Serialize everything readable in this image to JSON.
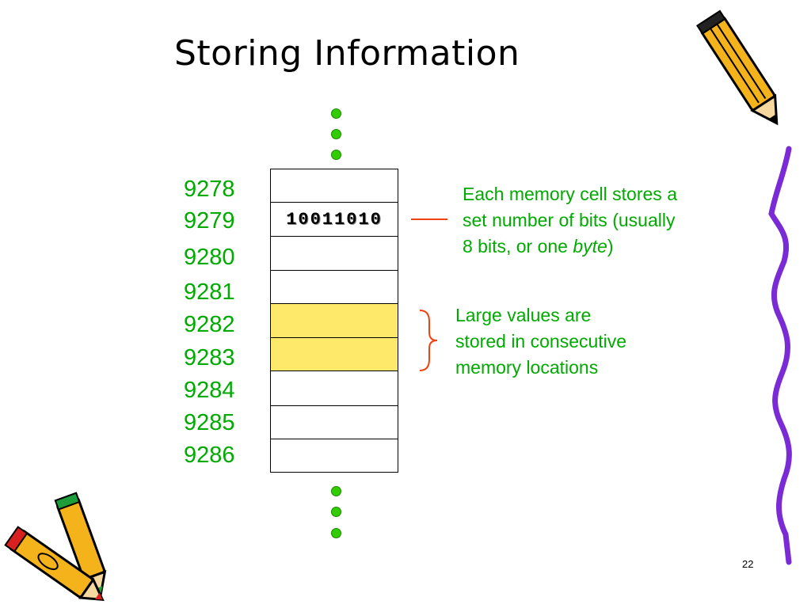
{
  "slide": {
    "title": "Storing Information",
    "page_number": "22"
  },
  "memory": {
    "addresses": [
      "9278",
      "9279",
      "9280",
      "9281",
      "9282",
      "9283",
      "9284",
      "9285",
      "9286"
    ],
    "cell_value_label": "10011010",
    "highlight_color": "#ffe96b"
  },
  "notes": {
    "cell_note": {
      "line1": "Each memory cell stores a",
      "line2": "set number of bits (usually",
      "line3_prefix": "8 bits, or one ",
      "line3_emphasis": "byte",
      "line3_suffix": ")"
    },
    "consecutive_note": {
      "line1": "Large values are",
      "line2": "stored in consecutive",
      "line3": "memory locations"
    }
  },
  "colors": {
    "text_green": "#00aa00",
    "dot_green": "#33cc00",
    "connector_orange": "#ee4411",
    "squiggle_purple": "#7a2bd6"
  }
}
